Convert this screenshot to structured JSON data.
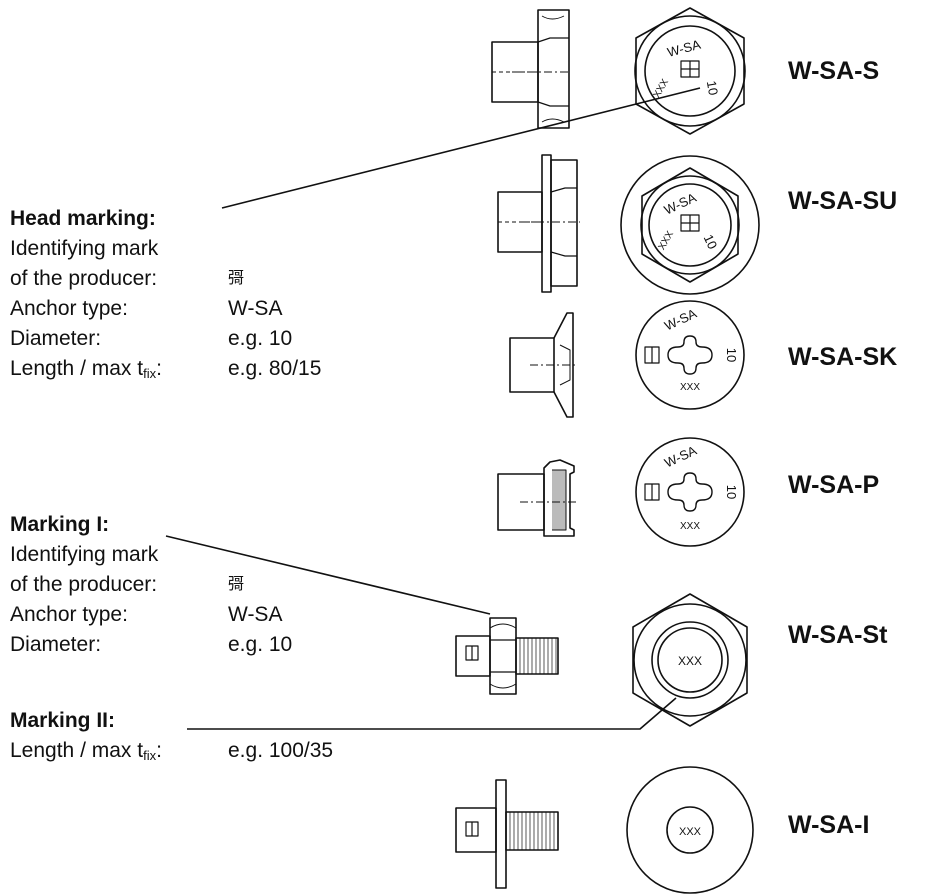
{
  "variants": [
    {
      "label": "W-SA-S"
    },
    {
      "label": "W-SA-SU"
    },
    {
      "label": "W-SA-SK"
    },
    {
      "label": "W-SA-P"
    },
    {
      "label": "W-SA-St"
    },
    {
      "label": "W-SA-I"
    }
  ],
  "head_marking": {
    "title": "Head marking:",
    "rows": [
      {
        "label1": "Identifying mark",
        "label2": "of the producer:",
        "value": "彁"
      },
      {
        "label": "Anchor type:",
        "value": "W-SA"
      },
      {
        "label": "Diameter:",
        "value": "e.g. 10"
      },
      {
        "label_main": "Length / max t",
        "label_sub": "fix",
        "label_end": ":",
        "value": "e.g. 80/15"
      }
    ]
  },
  "marking_1": {
    "title": "Marking I:",
    "rows": [
      {
        "label1": "Identifying mark",
        "label2": "of the producer:",
        "value": "彁"
      },
      {
        "label": "Anchor type:",
        "value": "W-SA"
      },
      {
        "label": "Diameter:",
        "value": "e.g. 10"
      }
    ]
  },
  "marking_2": {
    "title": "Marking II:",
    "rows": [
      {
        "label_main": "Length / max t",
        "label_sub": "fix",
        "label_end": ":",
        "value": "e.g. 100/35"
      }
    ]
  },
  "head_text": {
    "type": "W-SA",
    "diameter": "10",
    "length_placeholder": "XXX"
  },
  "colors": {
    "ink": "#111111",
    "paper": "#ffffff",
    "shade": "#bbbbbb"
  }
}
